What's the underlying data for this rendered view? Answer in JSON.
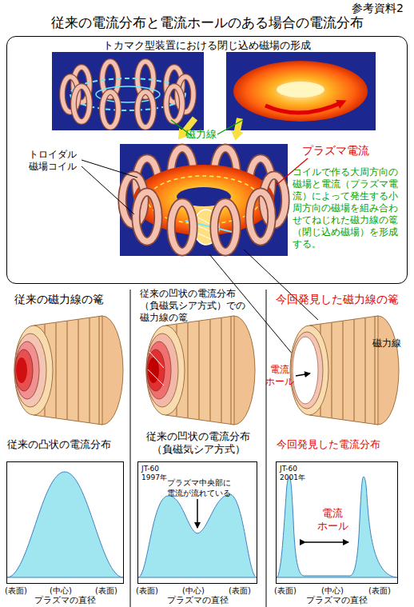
{
  "diagram": {
    "title": "従来の電流分布と電流ホールのある場合の電流分布",
    "nodes": [
      {
        "text": [
          "トカマク型装置における閉じ込め磁場の形成"
        ]
      },
      {
        "text": [
          "従来の凸状の電流分布"
        ]
      },
      {
        "text": [
          "従来の凹状の電流分布 （負磁気シア方式）",
          "JT-60 1997年",
          "プラズマ中央部に 電流が流れている"
        ]
      },
      {
        "text": [
          "今回発見した電流分布",
          "JT-60 2001年",
          "電流 ホール"
        ]
      }
    ],
    "labels": [
      "参考資料2",
      "磁力線",
      "プラズマ電流",
      "トロイダル 磁場コイル",
      "コイルで作る大周方向の 磁場と電流（プラズマ電 流）によって発生する小 周方向の磁場を組み合わ せてねじれた磁力線の篭 （閉じ込め磁場）を形成 する。",
      "従来の磁力線の篭",
      "従来の凹状の電流分布 （負磁気シア方式）での 磁力線の篭",
      "今回発見した磁力線の篭",
      "磁力線",
      "電流 ホール",
      "(表面)",
      "(中心)",
      "(表面)",
      "プラズマの直径",
      "(表面)",
      "(中心)",
      "(表面)",
      "プラズマの直径",
      "(表面)",
      "(中心)",
      "(表面)",
      "プラズマの直径"
    ]
  }
}
